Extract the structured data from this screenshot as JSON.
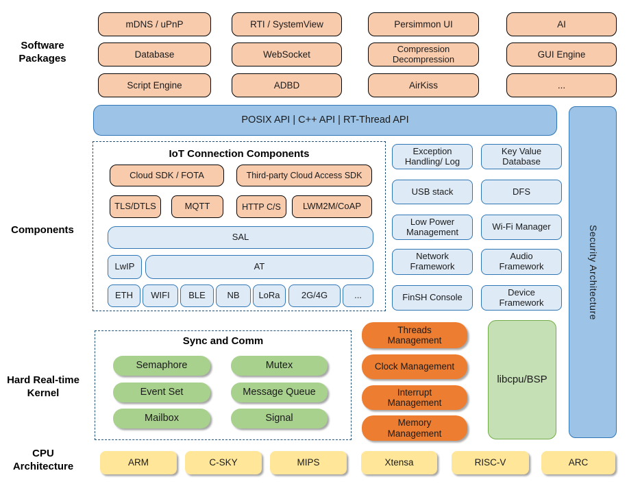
{
  "diagram_title": "RT-Thread architecture diagram",
  "colors": {
    "package_fill": "#F8CBAD",
    "package_border": "#000000",
    "api_fill": "#9DC3E6",
    "api_border": "#2E75B6",
    "component_fill": "#DEEBF7",
    "component_border": "#2E75B6",
    "kernel_green_fill": "#A9D18E",
    "management_fill": "#ED7D31",
    "libcpu_fill": "#C5E0B4",
    "libcpu_border": "#70AD47",
    "cpu_fill": "#FFE699",
    "dashed_border": "#1F4E79"
  },
  "side_labels": {
    "software": "Software\nPackages",
    "components": "Components",
    "kernel": "Hard Real-time\nKernel",
    "cpu": "CPU\nArchitecture"
  },
  "packages": {
    "row1": [
      "mDNS / uPnP",
      "RTI / SystemView",
      "Persimmon UI",
      "AI"
    ],
    "row2": [
      "Database",
      "WebSocket",
      "Compression\nDecompression",
      "GUI Engine"
    ],
    "row3": [
      "Script Engine",
      "ADBD",
      "AirKiss",
      "..."
    ]
  },
  "api_bar": "POSIX API  |  C++ API  |  RT-Thread API",
  "security_bar": "Security Architecture",
  "iot": {
    "title": "IoT Connection Components",
    "cloud_sdk": "Cloud SDK / FOTA",
    "third_party": "Third-party Cloud Access SDK",
    "tls": "TLS/DTLS",
    "mqtt": "MQTT",
    "http": "HTTP C/S",
    "lwm2m": "LWM2M/CoAP",
    "sal": "SAL",
    "lwip": "LwIP",
    "at": "AT",
    "links": [
      "ETH",
      "WIFI",
      "BLE",
      "NB",
      "LoRa",
      "2G/4G",
      "..."
    ]
  },
  "services": {
    "col1": [
      "Exception\nHandling/ Log",
      "USB stack",
      "Low Power\nManagement",
      "Network\nFramework",
      "FinSH Console"
    ],
    "col2": [
      "Key Value\nDatabase",
      "DFS",
      "Wi-Fi Manager",
      "Audio\nFramework",
      "Device\nFramework"
    ]
  },
  "kernel": {
    "title": "Sync and Comm",
    "sync": [
      "Semaphore",
      "Mutex",
      "Event Set",
      "Message Queue",
      "Mailbox",
      "Signal"
    ],
    "management": [
      "Threads\nManagement",
      "Clock Management",
      "Interrupt\nManagement",
      "Memory\nManagement"
    ],
    "libcpu": "libcpu/BSP"
  },
  "cpu_archs": [
    "ARM",
    "C-SKY",
    "MIPS",
    "Xtensa",
    "RISC-V",
    "ARC"
  ]
}
